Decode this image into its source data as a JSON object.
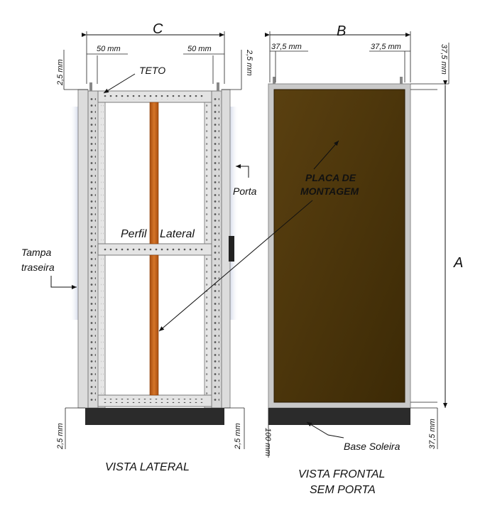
{
  "labels": {
    "dim_c": "C",
    "dim_b": "B",
    "dim_a": "A",
    "side_left_50": "50 mm",
    "side_right_50": "50 mm",
    "side_top_left_25": "2,5 mm",
    "side_top_right_25": "2,5 mm",
    "front_left_375": "37,5 mm",
    "front_right_375": "37,5 mm",
    "front_top_375_vertical": "37,5 mm",
    "teto": "TETO",
    "porta": "Porta",
    "tampa_line1": "Tampa",
    "tampa_line2": "traseira",
    "perfil": "Perfil",
    "lateral": "Lateral",
    "placa_line1": "PLACA DE",
    "placa_line2": "MONTAGEM",
    "side_bottom_left_25": "2,5 mm",
    "side_bottom_right_25": "2,5 mm",
    "front_base_100": "100 mm",
    "front_bottom_375": "37,5 mm",
    "base_soleira": "Base Soleira",
    "vista_lateral": "VISTA LATERAL",
    "vista_frontal_line1": "VISTA FRONTAL",
    "vista_frontal_line2": "SEM PORTA"
  },
  "colors": {
    "frame": "#d4d4d4",
    "mounting_plate": "#4a3509",
    "lateral_profile": "#c8641a",
    "base": "#2a2a2a"
  }
}
